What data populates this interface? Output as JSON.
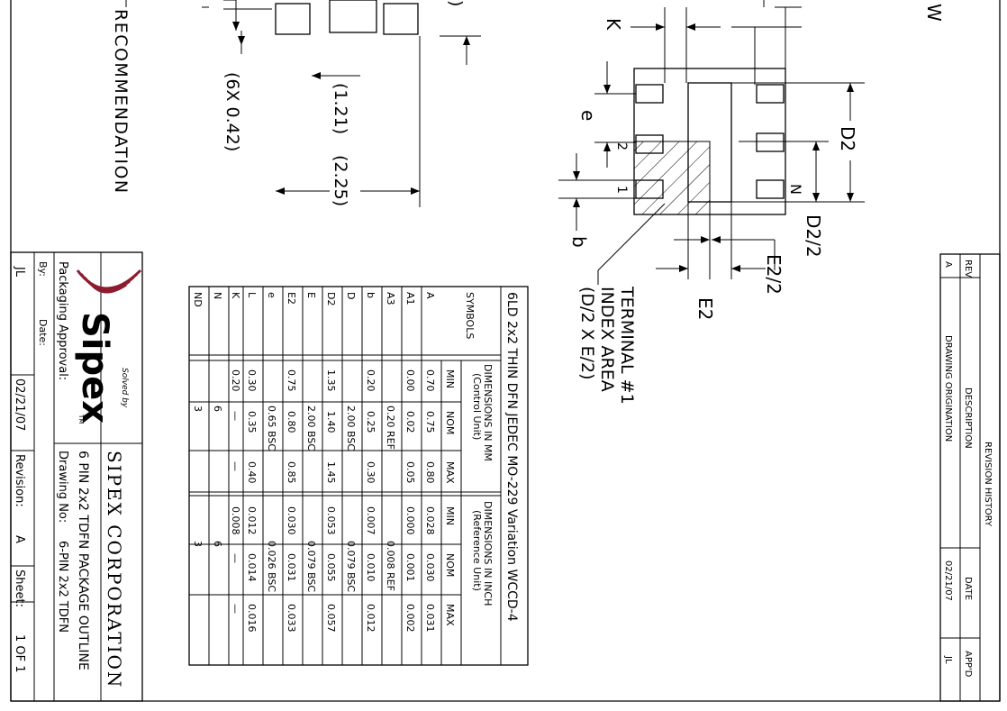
{
  "views": {
    "land_title": "RECOMMENDATION",
    "land_top_fragment": "W",
    "dim_6x": "(6X 0.42)",
    "dim_121": "(1.21)",
    "dim_225": "(2.25)",
    "paren_fragment": ")"
  },
  "package": {
    "K": "K",
    "e": "e",
    "b": "b",
    "D2": "D2",
    "N": "N",
    "D2_half": "D2/2",
    "E2_half": "E2/2",
    "E2": "E2",
    "pin1": "1",
    "pin2": "2",
    "terminal_1": "TERMINAL #1",
    "terminal_2": "INDEX AREA",
    "terminal_3": "(D/2 X E/2)"
  },
  "revision": {
    "title": "REVISION HISTORY",
    "headers": {
      "rev": "REV",
      "desc": "DESCRIPTION",
      "date": "DATE",
      "appd": "APP'D"
    },
    "row": {
      "rev": "A",
      "desc": "DRAWING ORIGINATION",
      "date": "02/21/07",
      "appd": "JL"
    }
  },
  "table": {
    "title": "6LD 2x2 THIN DFN JEDEC MO-229 Variation WCCD-4",
    "symbols_header": "SYMBOLS",
    "mm_header_1": "DIMENSIONS IN MM",
    "mm_header_2": "(Control Unit)",
    "in_header_1": "DIMENSIONS IN INCH",
    "in_header_2": "(Reference Unit)",
    "sub": {
      "min": "MIN",
      "nom": "NOM",
      "max": "MAX"
    },
    "rows": [
      {
        "sym": "A",
        "mm": [
          "0.70",
          "0.75",
          "0.80"
        ],
        "inch": [
          "0.028",
          "0.030",
          "0.031"
        ]
      },
      {
        "sym": "A1",
        "mm": [
          "0.00",
          "0.02",
          "0.05"
        ],
        "inch": [
          "0.000",
          "0.001",
          "0.002"
        ]
      },
      {
        "sym": "A3",
        "mm_span": "0.20 REF",
        "inch_span": "0.008 REF"
      },
      {
        "sym": "b",
        "mm": [
          "0.20",
          "0.25",
          "0.30"
        ],
        "inch": [
          "0.007",
          "0.010",
          "0.012"
        ]
      },
      {
        "sym": "D",
        "mm_span": "2.00 BSC",
        "inch_span": "0.079 BSC"
      },
      {
        "sym": "D2",
        "mm": [
          "1.35",
          "1.40",
          "1.45"
        ],
        "inch": [
          "0.053",
          "0.055",
          "0.057"
        ]
      },
      {
        "sym": "E",
        "mm_span": "2.00 BSC",
        "inch_span": "0.079 BSC"
      },
      {
        "sym": "E2",
        "mm": [
          "0.75",
          "0.80",
          "0.85"
        ],
        "inch": [
          "0.030",
          "0.031",
          "0.033"
        ]
      },
      {
        "sym": "e",
        "mm_span": "0.65 BSC",
        "inch_span": "0.026 BSC"
      },
      {
        "sym": "L",
        "mm": [
          "0.30",
          "0.35",
          "0.40"
        ],
        "inch": [
          "0.012",
          "0.014",
          "0.016"
        ]
      },
      {
        "sym": "K",
        "mm": [
          "0.20",
          "—",
          "—"
        ],
        "inch": [
          "0.008",
          "—",
          "—"
        ]
      },
      {
        "sym": "N",
        "mm_span": "6",
        "inch_span": "6"
      },
      {
        "sym": "ND",
        "mm_span": "3",
        "inch_span": "3"
      }
    ]
  },
  "title_block": {
    "company": "SIPEX CORPORATION",
    "logo_text": "Sipex",
    "logo_tag": "Solved by",
    "logo_tm": "TM",
    "doc_title": "6 PIN 2x2 TDFN PACKAGE OUTLINE",
    "packaging_label": "Packaging Approval:",
    "drawing_no_label": "Drawing No:",
    "drawing_no_value": "6-PIN 2x2 TDFN",
    "by_label": "By:",
    "by_value": "JL",
    "date_label": "Date:",
    "date_value": "02/21/07",
    "revision_label": "Revision:",
    "revision_value": "A",
    "sheet_label": "Sheet:",
    "sheet_value": "1 OF 1"
  },
  "colors": {
    "ink": "#000000",
    "paper": "#ffffff",
    "logo": "#8c1d2e"
  }
}
